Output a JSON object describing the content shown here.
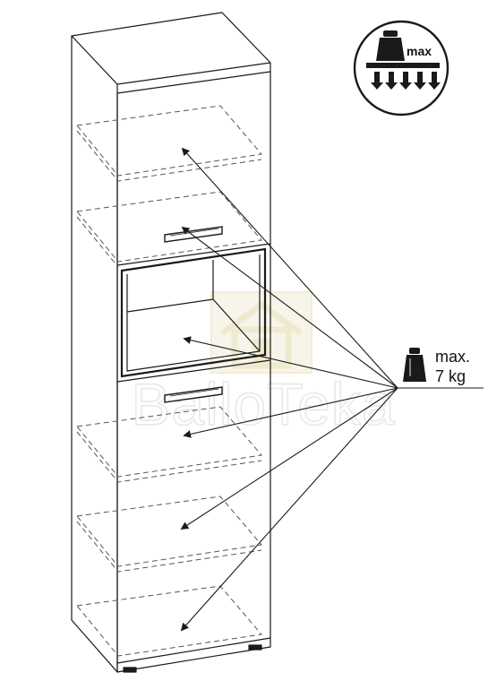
{
  "badge": {
    "label": "max",
    "icon": "weight-max-load-icon"
  },
  "load": {
    "line1": "max.",
    "line2": "7 kg",
    "icon": "weight-icon"
  },
  "watermark": {
    "text": "BalloTeka",
    "icon": "house-logo-icon"
  },
  "colors": {
    "line": "#1a1a1a",
    "dashed": "#555555",
    "watermark": "#d8d2b0",
    "watermark_text": "#dcdcdc"
  }
}
